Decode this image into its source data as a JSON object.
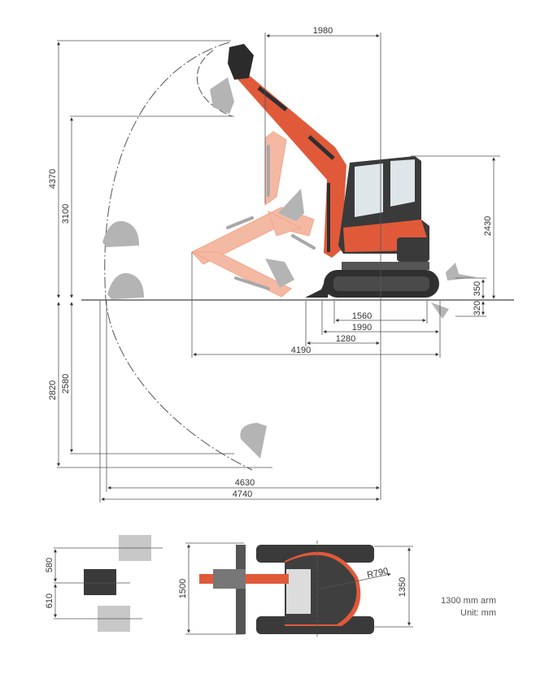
{
  "side_view": {
    "dimensions": {
      "max_height_bucket": "4370",
      "max_dump_height": "3100",
      "cab_offset": "1980",
      "cab_height": "2430",
      "blade_raise": "350",
      "blade_lower": "320",
      "track_tumbler_center": "1560",
      "crawler_length": "1990",
      "blade_to_center": "1280",
      "min_turning_radius_front": "4190",
      "max_dig_depth": "2820",
      "vertical_dig_depth": "2580",
      "max_reach_ground": "4630",
      "max_reach": "4740"
    }
  },
  "top_view": {
    "dimensions": {
      "boom_swing_left": "580",
      "boom_swing_right": "610",
      "blade_width": "1500",
      "track_width": "1350",
      "tail_radius": "R790"
    }
  },
  "notes": {
    "arm": "1300 mm arm",
    "unit": "Unit: mm"
  },
  "colors": {
    "machine_orange": "#e05a3a",
    "ghost_orange": "#f4b9a3",
    "machine_dark": "#3d3d3d",
    "ghost_gray": "#b4b4b4",
    "dim_line": "#555555"
  }
}
